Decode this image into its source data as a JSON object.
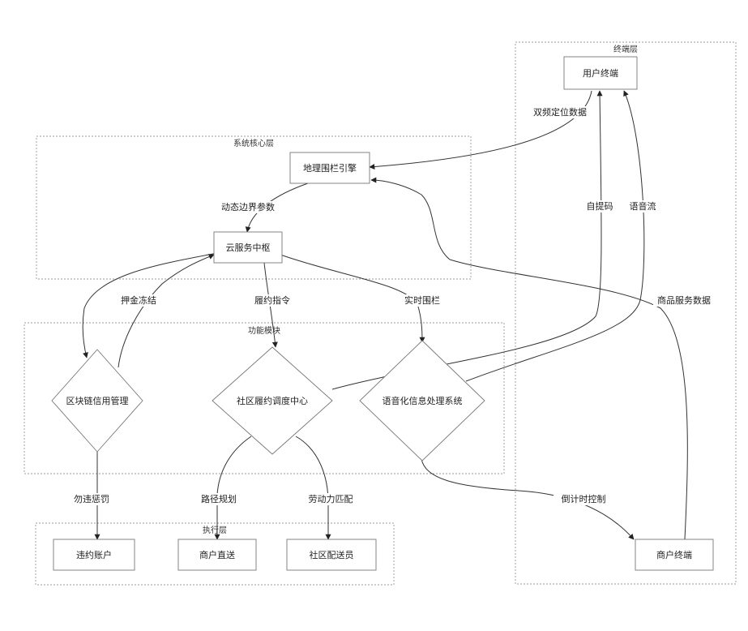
{
  "groups": {
    "terminal": "终端层",
    "core": "系统核心层",
    "function": "功能模块",
    "exec": "执行层"
  },
  "nodes": {
    "user_terminal": "用户终端",
    "geo_engine": "地理围栏引擎",
    "cloud_hub": "云服务中枢",
    "blockchain": "区块链信用管理",
    "scheduler": "社区履约调度中心",
    "voice": "语音化信息处理系统",
    "default_account": "违约账户",
    "merchant_direct": "商户直送",
    "courier": "社区配送员",
    "merchant_terminal": "商户终端"
  },
  "edges": {
    "dual_location": "双频定位数据",
    "dynamic_boundary": "动态边界参数",
    "deposit_freeze": "押金冻结",
    "fulfill_cmd": "履约指令",
    "realtime_fence": "实时围栏",
    "credit_penalty": "勿违惩罚",
    "route_plan": "路径规划",
    "labor_match": "劳动力匹配",
    "confirm_code": "自提码",
    "voice_stream": "语音流",
    "goods_data": "商品服务数据",
    "countdown": "倒计时控制"
  }
}
